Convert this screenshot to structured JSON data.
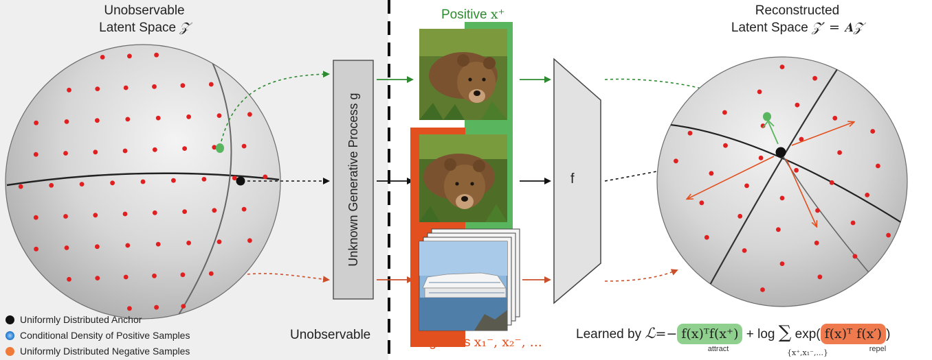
{
  "left_panel": {
    "title_line1": "Unobservable",
    "title_line2": "Latent Space",
    "title_symbol": "𝒵",
    "bottom_label": "Unobservable"
  },
  "generative_box": {
    "label": "Unknown Generative Process g"
  },
  "positive": {
    "label": "Positive",
    "symbol": "x⁺"
  },
  "negatives": {
    "label": "Negatives",
    "symbol": "x₁⁻, x₂⁻, ..."
  },
  "encoder": {
    "label": "f"
  },
  "right_panel": {
    "title_line1": "Reconstructed",
    "title_line2": "Latent Space",
    "title_symbol": "𝒵′ = 𝐀𝒵"
  },
  "legend": [
    {
      "label": "Uniformly Distributed Anchor",
      "color": "#111111"
    },
    {
      "label": "Conditional Density of Positive Samples",
      "color": "#2a7fd0"
    },
    {
      "label": "Uniformly Distributed Negative Samples",
      "color": "#ef7a3a"
    }
  ],
  "loss": {
    "prefix": "Learned by",
    "symbol": "ℒ",
    "equals": "=−",
    "attract_term": "f(x)ᵀf(x⁺)",
    "plus_log": "+ log",
    "sum": "∑",
    "sum_sub": "{x⁺,x₁⁻,...}",
    "exp_open": "exp(",
    "repel_term": "f(x)ᵀ f(x′)",
    "exp_close": ")",
    "attract_label": "attract",
    "repel_label": "repel"
  },
  "colors": {
    "positive_green": "#5ab55f",
    "positive_dark": "#2e8a30",
    "negative_orange": "#e2501f",
    "point_red": "#e02020",
    "anchor": "#111111",
    "sphere_fill": "#d8d8d8",
    "box_fill": "#cfcfcf"
  }
}
